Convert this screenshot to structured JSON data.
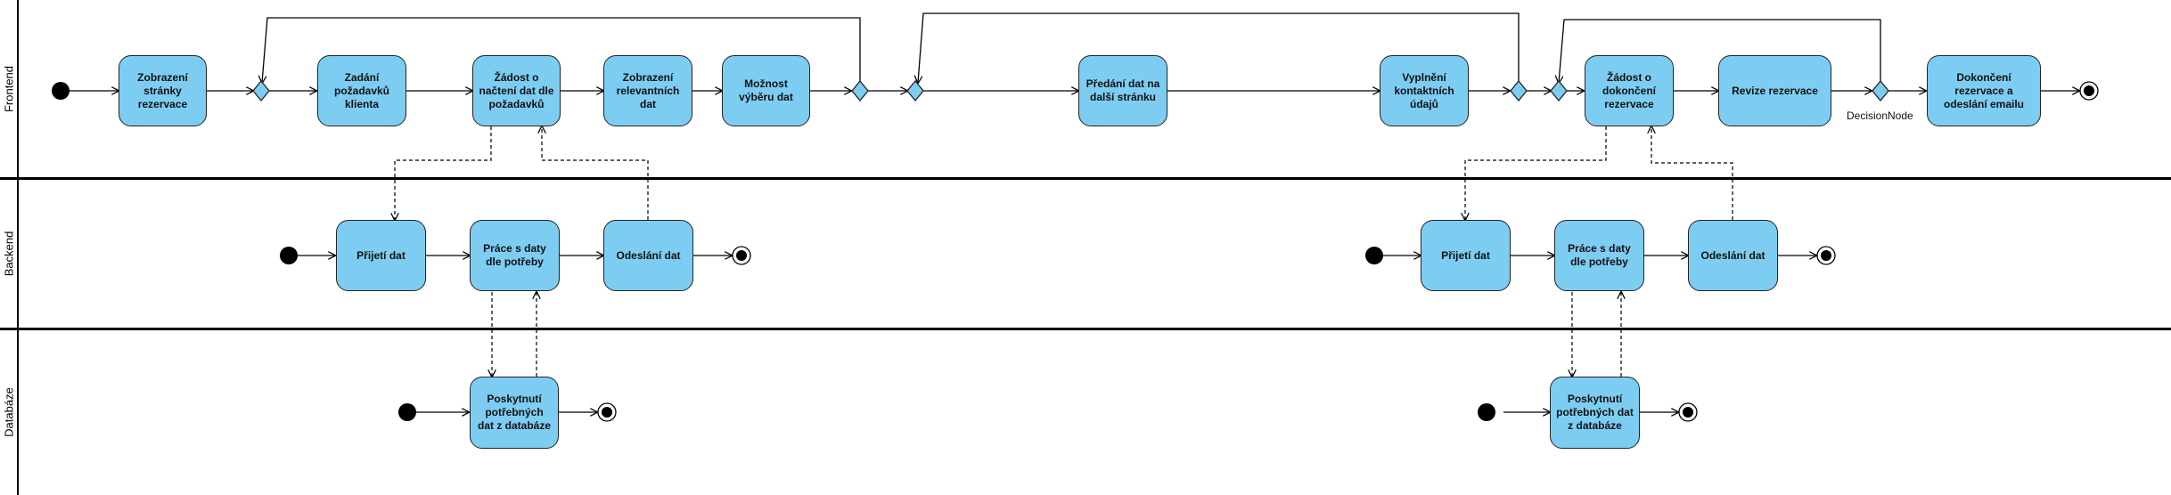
{
  "lanes": [
    {
      "id": "frontend",
      "label": "Frontend"
    },
    {
      "id": "backend",
      "label": "Backend"
    },
    {
      "id": "database",
      "label": "Databáze"
    }
  ],
  "activities": {
    "zobrazeni_stranky": "Zobrazení stránky rezervace",
    "zadani_pozadavku": "Zadání požadavků klienta",
    "zadost_nacteni": "Žádost o načtení dat dle požadavků",
    "zobrazeni_dat": "Zobrazení relevantních dat",
    "moznost_vyberu": "Možnost výběru dat",
    "predani_dat": "Předání dat na další stránku",
    "vyplneni_udaju": "Vyplnění kontaktních údajů",
    "zadost_dokonceni": "Žádost o dokončení rezervace",
    "revize": "Revize rezervace",
    "dokonceni": "Dokončení rezervace a odeslání emailu",
    "be1_prijeti": "Přijetí dat",
    "be1_prace": "Práce s daty dle potřeby",
    "be1_odeslani": "Odeslání dat",
    "be2_prijeti": "Přijetí dat",
    "be2_prace": "Práce s daty dle potřeby",
    "be2_odeslani": "Odeslání dat",
    "db1_poskytnuti": "Poskytnutí potřebných dat z databáze",
    "db2_poskytnuti": "Poskytnutí potřebných dat z databáze"
  },
  "labels": {
    "decision_node": "DecisionNode"
  },
  "colors": {
    "activity_fill": "#7dcdf3",
    "decision_fill": "#7dcdf3",
    "line": "#000000"
  }
}
